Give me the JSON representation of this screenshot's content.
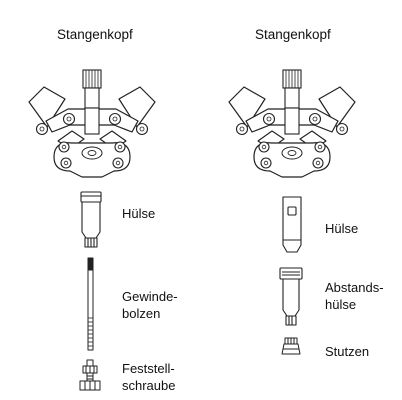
{
  "left": {
    "title": "Stangenkopf",
    "parts": [
      "Hülse",
      "Gewinde-\nbolzen",
      "Feststell-\nschraube"
    ]
  },
  "right": {
    "title": "Stangenkopf",
    "parts": [
      "Hülse",
      "Abstands-\nhülse",
      "Stutzen"
    ]
  },
  "colors": {
    "line": "#222222",
    "fill": "#ffffff"
  }
}
